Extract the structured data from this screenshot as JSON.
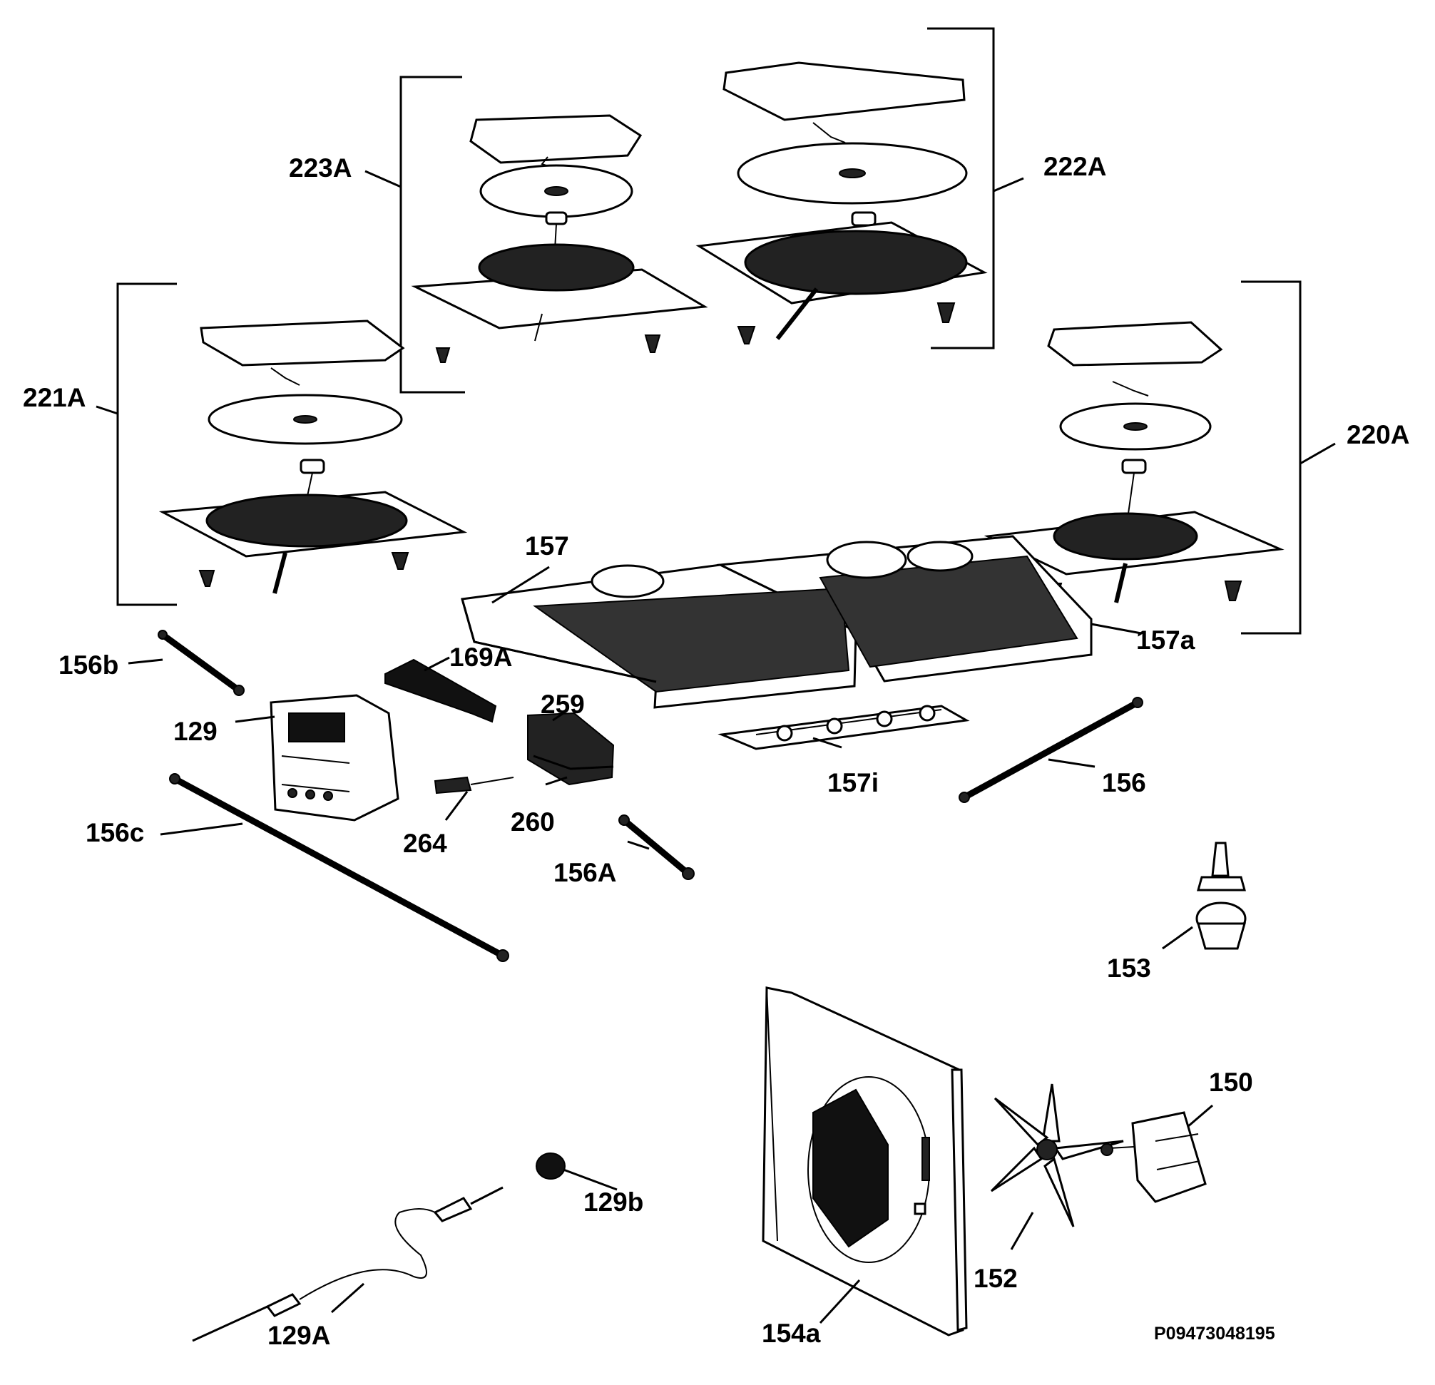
{
  "labels": {
    "223A": "223A",
    "222A": "222A",
    "221A": "221A",
    "220A": "220A",
    "157": "157",
    "157a": "157a",
    "156b": "156b",
    "169A": "169A",
    "259": "259",
    "129": "129",
    "157i": "157i",
    "156": "156",
    "156c": "156c",
    "264": "264",
    "260": "260",
    "156A": "156A",
    "153": "153",
    "150": "150",
    "129b": "129b",
    "152": "152",
    "129A": "129A",
    "154a": "154a"
  },
  "diagram_code": "P09473048195"
}
